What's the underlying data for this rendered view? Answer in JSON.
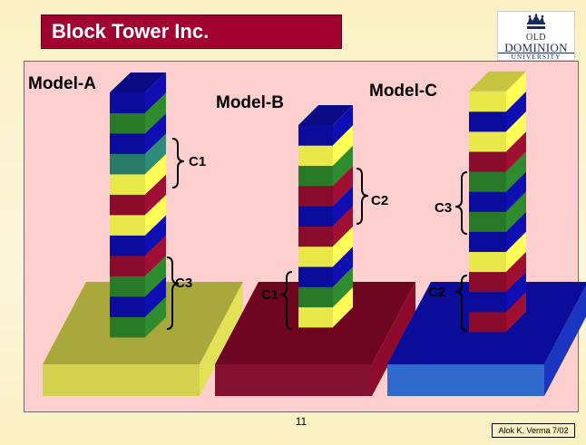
{
  "header": {
    "title": "Block Tower Inc."
  },
  "logo": {
    "line1": "OLD",
    "line2": "DOMINION",
    "line3": "UNIVERSITY"
  },
  "models": [
    {
      "label": "Model-A",
      "base_color": "yellow",
      "blocks_bottom_to_top": [
        "green",
        "blue",
        "green",
        "red",
        "blue",
        "yellow",
        "red",
        "yellow",
        "teal",
        "blue",
        "green",
        "blue"
      ],
      "brackets": [
        {
          "label": "C1",
          "side": "right"
        },
        {
          "label": "C3",
          "side": "right"
        }
      ]
    },
    {
      "label": "Model-B",
      "base_color": "red",
      "blocks_bottom_to_top": [
        "yellow",
        "green",
        "blue",
        "yellow",
        "red",
        "blue",
        "red",
        "green",
        "yellow",
        "blue"
      ],
      "brackets": [
        {
          "label": "C1",
          "side": "left"
        },
        {
          "label": "C2",
          "side": "right"
        }
      ]
    },
    {
      "label": "Model-C",
      "base_color": "blue",
      "blocks_bottom_to_top": [
        "red",
        "blue",
        "red",
        "yellow",
        "blue",
        "green",
        "blue",
        "green",
        "red",
        "yellow",
        "blue",
        "yellow"
      ],
      "brackets": [
        {
          "label": "C2",
          "side": "left"
        },
        {
          "label": "C3",
          "side": "left"
        }
      ]
    }
  ],
  "colors": {
    "blue": "#0c0c9c",
    "green": "#287a28",
    "red": "#8a0c2c",
    "yellow": "#e8e84a",
    "teal": "#2a7a6a",
    "panel": "#fecfcf",
    "banner": "#a1022f"
  },
  "footer": {
    "page_number": "11",
    "credit": "Alok K. Verma 7/02"
  }
}
